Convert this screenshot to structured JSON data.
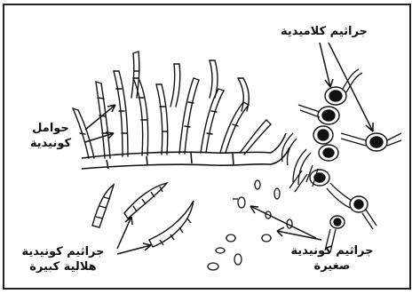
{
  "labels": {
    "chlamydospores": "جراثيم كلاميدية",
    "conidiophores_line1": "حوامل",
    "conidiophores_line2": "كونيدية",
    "macroconidia_line1": "جراثيم كونيدية",
    "macroconidia_line2": "هلالية كبيرة",
    "microconidia_line1": "جراثيم كونيدية",
    "microconidia_line2": "صغيرة"
  },
  "colors": {
    "ink": "#111111",
    "background": "#ffffff",
    "frame": "#222222"
  }
}
